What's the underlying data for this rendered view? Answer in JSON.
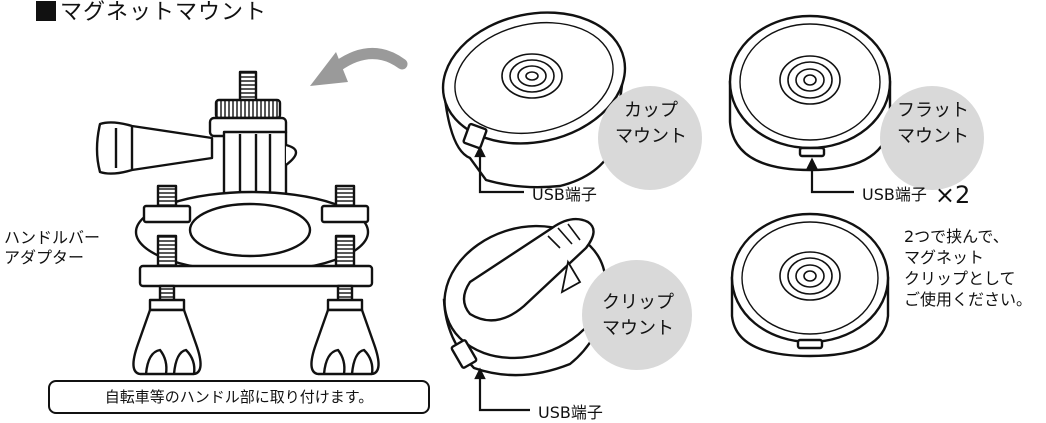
{
  "title": "マグネットマウント",
  "handlebar": {
    "label_line1": "ハンドルバー",
    "label_line2": "アダプター",
    "caption": "自転車等のハンドル部に取り付けます。"
  },
  "mounts": {
    "cup": {
      "line1": "カップ",
      "line2": "マウント",
      "usb": "USB端子"
    },
    "flat": {
      "line1": "フラット",
      "line2": "マウント",
      "usb": "USB端子",
      "multiplier": "×2"
    },
    "clip": {
      "line1": "クリップ",
      "line2": "マウント",
      "usb": "USB端子"
    },
    "clip_note": [
      "2つで挟んで、",
      "マグネット",
      "クリップとして",
      "ご使用ください。"
    ]
  },
  "colors": {
    "badge": "#d9d9d9",
    "line": "#111111",
    "arrow": "#9a9a9a"
  }
}
